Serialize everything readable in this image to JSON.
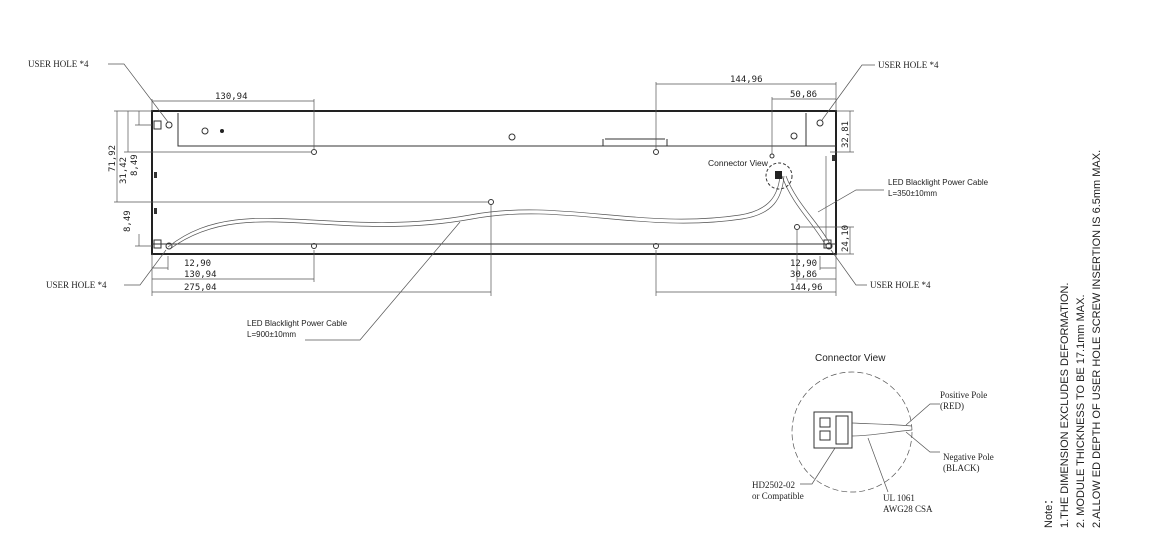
{
  "labels": {
    "user_hole": "USER HOLE *4",
    "connector_view": "Connector View",
    "cable_right_title": "LED Blacklight Power Cable",
    "cable_right_length": "L=350±10mm",
    "cable_left_title": "LED Blacklight Power Cable",
    "cable_left_length": "L=900±10mm",
    "positive_pole": "Positive Pole",
    "positive_color": "(RED)",
    "negative_pole": "Negative Pole",
    "negative_color": "(BLACK)",
    "connector_part": "HD2502-02",
    "connector_compat": "or Compatible",
    "wire_spec": "UL 1061",
    "wire_gauge": "AWG28 CSA"
  },
  "dimensions": {
    "top_130_94": "130,94",
    "top_144_96": "144,96",
    "top_50_86": "50,86",
    "right_32_81": "32,81",
    "right_24_10": "24,10",
    "left_71_92": "71,92",
    "left_31_42": "31,42",
    "left_8_49_a": "8,49",
    "left_8_49_b": "8,49",
    "bot_12_90": "12,90",
    "bot_130_94": "130,94",
    "bot_275_04": "275,04",
    "br_12_90": "12,90",
    "br_30_86": "30,86",
    "br_144_96": "144,96"
  },
  "notes": {
    "heading": "Note：",
    "line1": "1.THE DIMENSION EXCLUDES DEFORMATION.",
    "line2": "2. MODULE THICKNESS TO BE 17.1mm MAX.",
    "line3": "2.ALLOW ED DEPTH OF USER HOLE SCREW INSERTION IS 6.5mm MAX."
  }
}
